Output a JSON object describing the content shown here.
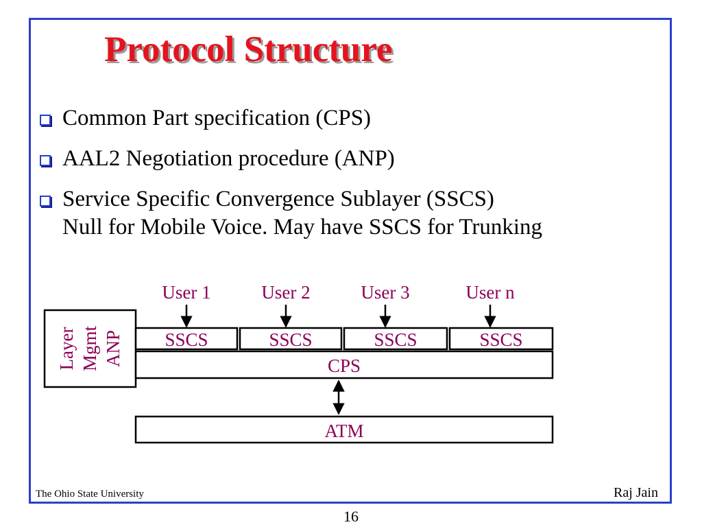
{
  "slide": {
    "title": "Protocol Structure",
    "bullets": [
      {
        "lines": [
          "Common Part specification (CPS)"
        ]
      },
      {
        "lines": [
          "AAL2 Negotiation procedure (ANP)"
        ]
      },
      {
        "lines": [
          "Service Specific Convergence Sublayer (SSCS)",
          "Null for Mobile Voice. May have SSCS for Trunking"
        ]
      }
    ],
    "footer_left": "The Ohio State University",
    "footer_right": "Raj Jain",
    "page_number": "16"
  },
  "diagram": {
    "users": [
      "User 1",
      "User 2",
      "User 3",
      "User n"
    ],
    "sscs_label": "SSCS",
    "cps_label": "CPS",
    "atm_label": "ATM",
    "side_box_lines": [
      "Layer",
      "Mgmt",
      "ANP"
    ],
    "colors": {
      "label": "#8b0057",
      "frame": "#2b3fd0",
      "title": "#e4141f"
    }
  }
}
